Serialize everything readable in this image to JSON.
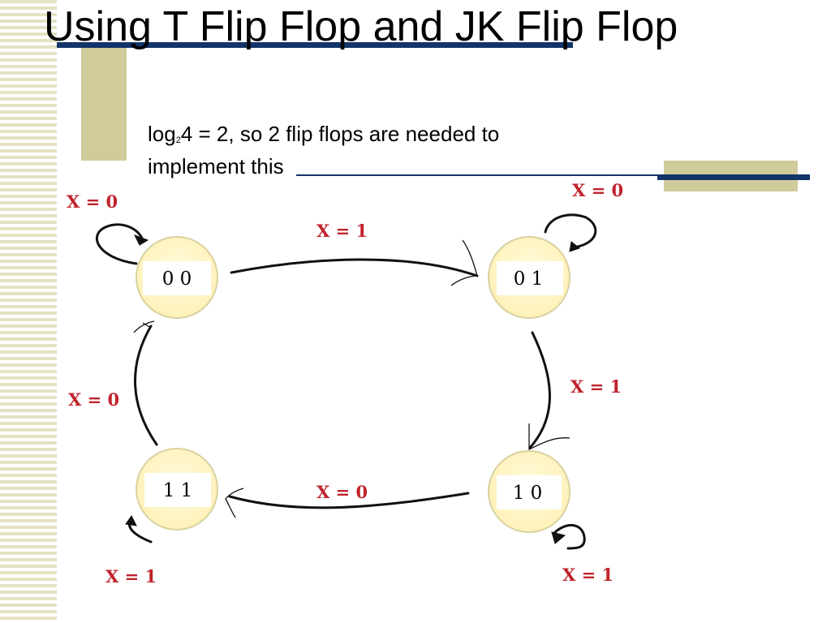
{
  "slide": {
    "title": "Using T Flip Flop and JK Flip Flop",
    "body_prefix": "log",
    "body_subscript": "2",
    "body_suffix": "4 = 2, so 2 flip flops are needed to implement this"
  },
  "diagram": {
    "states": [
      "0 0",
      "0 1",
      "1 0",
      "1 1"
    ],
    "transitions": [
      {
        "from": "0 0",
        "to": "0 0",
        "label": "X = 0"
      },
      {
        "from": "0 0",
        "to": "0 1",
        "label": "X = 1"
      },
      {
        "from": "0 1",
        "to": "0 1",
        "label": "X = 0"
      },
      {
        "from": "0 1",
        "to": "1 0",
        "label": "X = 1"
      },
      {
        "from": "1 0",
        "to": "1 0",
        "label": "X = 1"
      },
      {
        "from": "1 0",
        "to": "1 1",
        "label": "X = 0"
      },
      {
        "from": "1 1",
        "to": "1 1",
        "label": "X = 1"
      },
      {
        "from": "1 1",
        "to": "0 0",
        "label": "X = 0"
      }
    ],
    "colors": {
      "node_fill": "#fff7c6",
      "node_stroke": "#d8d2a0",
      "label": "#c0232c",
      "accent": "#123468"
    }
  }
}
